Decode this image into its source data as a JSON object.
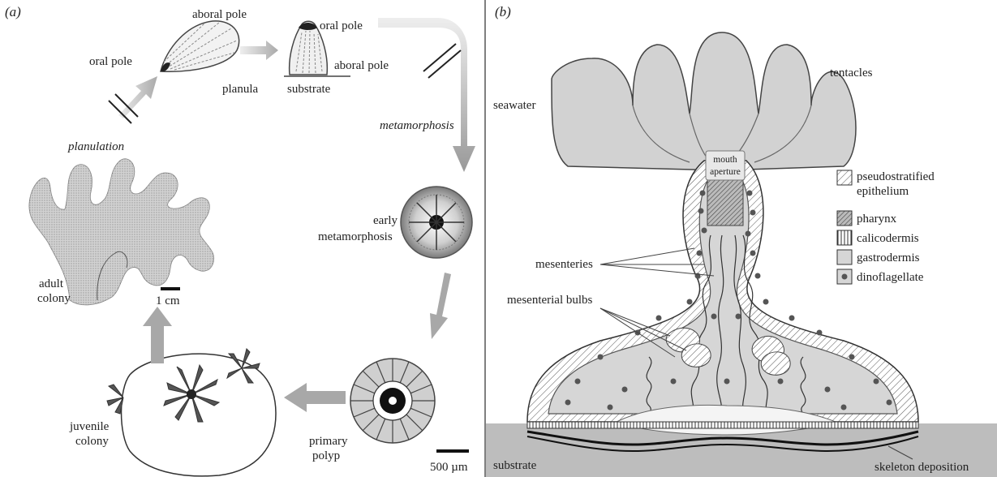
{
  "panel_a": {
    "label": "(a)",
    "labels": {
      "oral_pole_1": "oral pole",
      "aboral_pole_1": "aboral pole",
      "oral_pole_2": "oral pole",
      "aboral_pole_2": "aboral pole",
      "planula": "planula",
      "substrate": "substrate",
      "metamorphosis": "metamorphosis",
      "planulation": "planulation",
      "early_1": "early",
      "early_2": "metamorphosis",
      "adult_1": "adult",
      "adult_2": "colony",
      "scale_cm": "1 cm",
      "juvenile_1": "juvenile",
      "juvenile_2": "colony",
      "primary_1": "primary",
      "primary_2": "polyp",
      "scale_um": "500 µm"
    }
  },
  "panel_b": {
    "label": "(b)",
    "labels": {
      "tentacles": "tentacles",
      "seawater": "seawater",
      "mouth_1": "mouth",
      "mouth_2": "aperture",
      "mesenteries": "mesenteries",
      "mesenterial_bulbs": "mesenterial bulbs",
      "substrate": "substrate",
      "skeleton": "skeleton deposition"
    },
    "legend": [
      {
        "label": "pseudostratified",
        "label2": "epithelium",
        "pattern": "hatch"
      },
      {
        "label": "pharynx",
        "pattern": "dense-hatch"
      },
      {
        "label": "calicodermis",
        "pattern": "vertical"
      },
      {
        "label": "gastrodermis",
        "pattern": "grey"
      },
      {
        "label": "dinoflagellate",
        "pattern": "dot"
      }
    ]
  }
}
